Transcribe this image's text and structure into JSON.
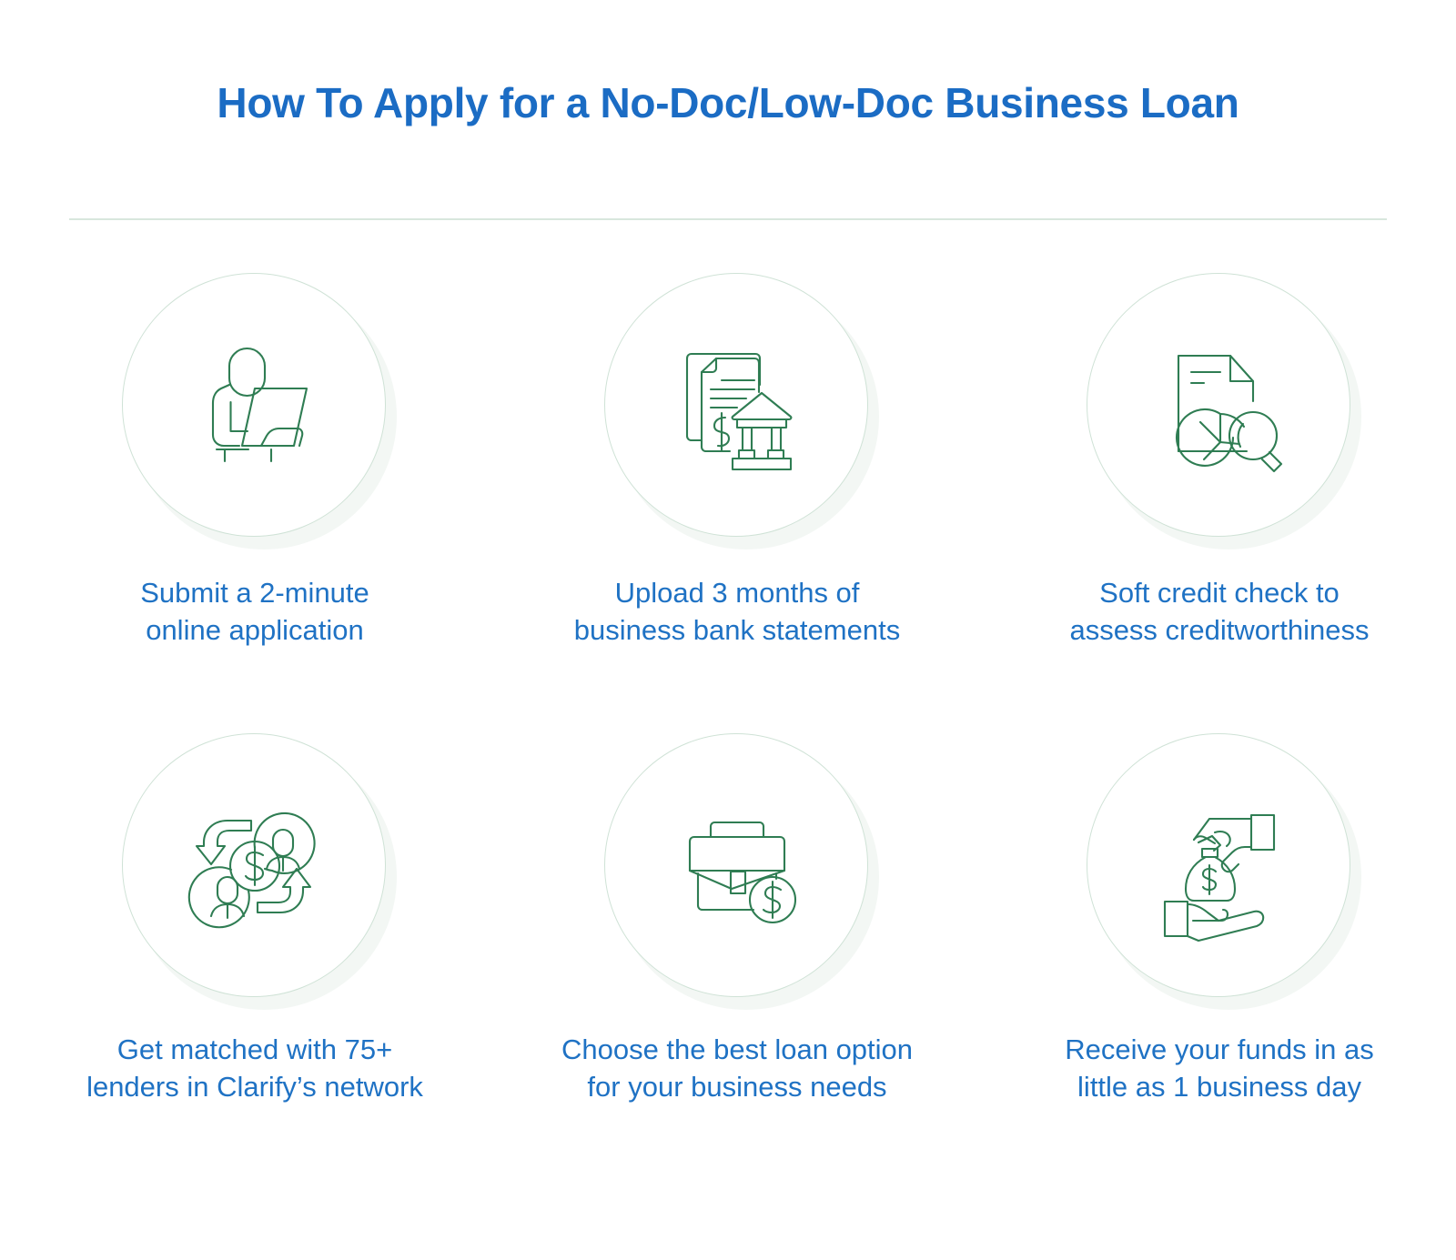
{
  "header": {
    "title": "How To Apply for a No-Doc/Low-Doc Business Loan"
  },
  "colors": {
    "title_blue": "#1b6cc4",
    "label_blue": "#1f72c4",
    "icon_green": "#2f7d53",
    "circle_border": "#cfe2d6",
    "divider": "#d8e7dd",
    "shadow": "#f3f7f4",
    "background": "#ffffff"
  },
  "steps": [
    {
      "icon": "person-at-laptop-icon",
      "label_line1": "Submit a 2-minute",
      "label_line2": "online application"
    },
    {
      "icon": "bank-statements-icon",
      "label_line1": "Upload 3 months of",
      "label_line2": "business bank statements"
    },
    {
      "icon": "document-pie-chart-magnifier-icon",
      "label_line1": "Soft credit check to",
      "label_line2": "assess creditworthiness"
    },
    {
      "icon": "lender-matching-network-icon",
      "label_line1": "Get matched with 75+",
      "label_line2": "lenders in Clarify’s network"
    },
    {
      "icon": "briefcase-dollar-icon",
      "label_line1": "Choose the best loan option",
      "label_line2": "for your business needs"
    },
    {
      "icon": "hand-money-bag-icon",
      "label_line1": "Receive your funds in as",
      "label_line2": "little as 1 business day"
    }
  ]
}
